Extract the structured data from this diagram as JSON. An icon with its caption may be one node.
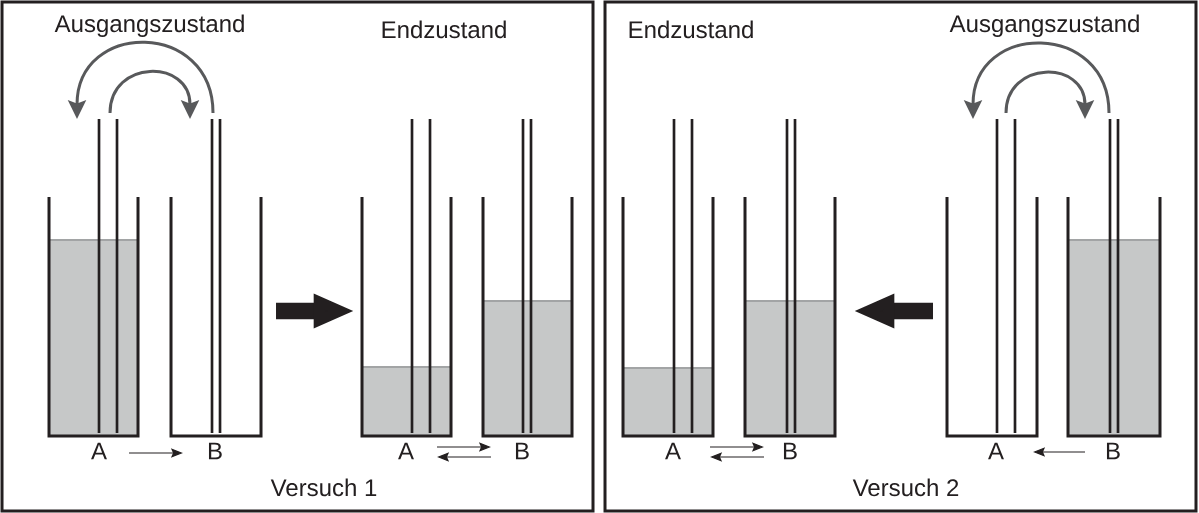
{
  "diagram": {
    "nodes": [
      {
        "text": [
          "Versuch 1"
        ]
      },
      {
        "text": [
          "A"
        ],
        "in": 0
      },
      {
        "text": [
          "B"
        ],
        "in": 0
      },
      {
        "text": [
          "A"
        ],
        "in": 0
      },
      {
        "text": [
          "B"
        ],
        "in": 0
      },
      {
        "text": [
          "Versuch 2"
        ]
      },
      {
        "text": [
          "A"
        ],
        "in": 5
      },
      {
        "text": [
          "B"
        ],
        "in": 5
      },
      {
        "text": [
          "A"
        ],
        "in": 5
      },
      {
        "text": [
          "B"
        ],
        "in": 5
      }
    ],
    "edges": [
      {
        "from": 1,
        "to": 2,
        "arrow": "to"
      },
      {
        "from": 1,
        "to": 2,
        "arrow": "to",
        "style": "thick",
        "color": "#58595b"
      },
      {
        "from": 2,
        "to": 1,
        "arrow": "to",
        "style": "thick",
        "color": "#58595b"
      },
      {
        "from": 2,
        "to": 3,
        "arrow": "to",
        "style": "thick"
      },
      {
        "from": 3,
        "to": 4,
        "arrow": "to"
      },
      {
        "from": 4,
        "to": 3,
        "arrow": "to"
      },
      {
        "from": 6,
        "to": 7,
        "arrow": "to"
      },
      {
        "from": 7,
        "to": 6,
        "arrow": "to"
      },
      {
        "from": 8,
        "to": 7,
        "arrow": "to",
        "style": "thick"
      },
      {
        "from": 8,
        "to": 9,
        "arrow": "to",
        "style": "thick",
        "color": "#58595b"
      },
      {
        "from": 9,
        "to": 8,
        "arrow": "to",
        "style": "thick",
        "color": "#58595b"
      },
      {
        "from": 9,
        "to": 8,
        "arrow": "to"
      }
    ],
    "labels": [
      "Ausgangszustand",
      "Endzustand",
      "Endzustand",
      "Ausgangszustand"
    ]
  }
}
